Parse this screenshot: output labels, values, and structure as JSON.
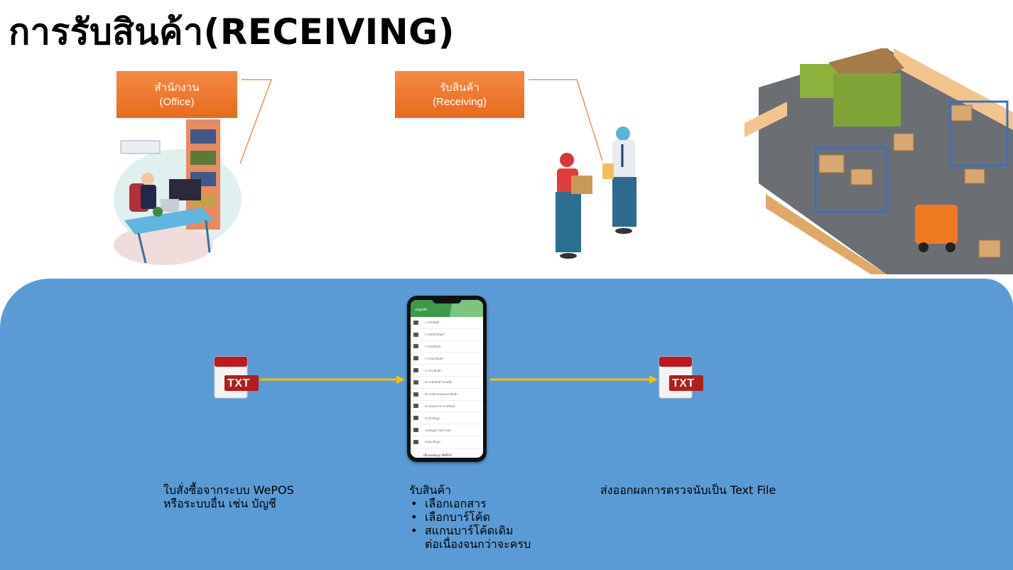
{
  "title": "การรับสินค้า(RECEIVING)",
  "office_box": {
    "line1": "สำนักงาน",
    "line2": "(Office)"
  },
  "receiving_box": {
    "line1": "รับสินค้า",
    "line2": "(Receiving)"
  },
  "file_icon_label": "TXT",
  "phone": {
    "header": "เมนูหลัก",
    "menu_items": [
      "การรับสินค้า",
      "การจัดเก็บสินค้า",
      "การเบิกสินค้า",
      "การขนส่งสินค้า",
      "การจ่ายสินค้า",
      "ตรวจนับสินค้าคงเหลือ",
      "ตรวจสอบวันหมดอายุสินค้า",
      "ตรวจสอบราคาขายสินค้า",
      "นำเข้าข้อมูล",
      "ลบข้อมูลการตรวจนับ",
      "ส่งออกข้อมูล"
    ],
    "footer": "เชื่อมต่อข้อมูล WePOS"
  },
  "captions": {
    "left_line1": "ใบสั่งซื้อจากระบบ WePOS",
    "left_line2": "หรือระบบอื่น เช่น บัญชี",
    "middle_title": "รับสินค้า",
    "middle_items": [
      "เลือกเอกสาร",
      "เลือกบาร์โค้ด",
      "สแกนบาร์โค้ดเดิม"
    ],
    "middle_cont": "ต่อเนื่องจนกว่าจะครบ",
    "right": "ส่งออกผลการตรวจนับเป็น Text File"
  },
  "colors": {
    "accent_orange": "#ef7a2e",
    "panel_blue": "#5b9bd5",
    "arrow_yellow": "#f5c000",
    "txt_red": "#c0171d"
  },
  "icons": [
    "office-illustration",
    "workers-illustration",
    "warehouse-illustration",
    "txt-file-icon",
    "phone-mockup"
  ]
}
